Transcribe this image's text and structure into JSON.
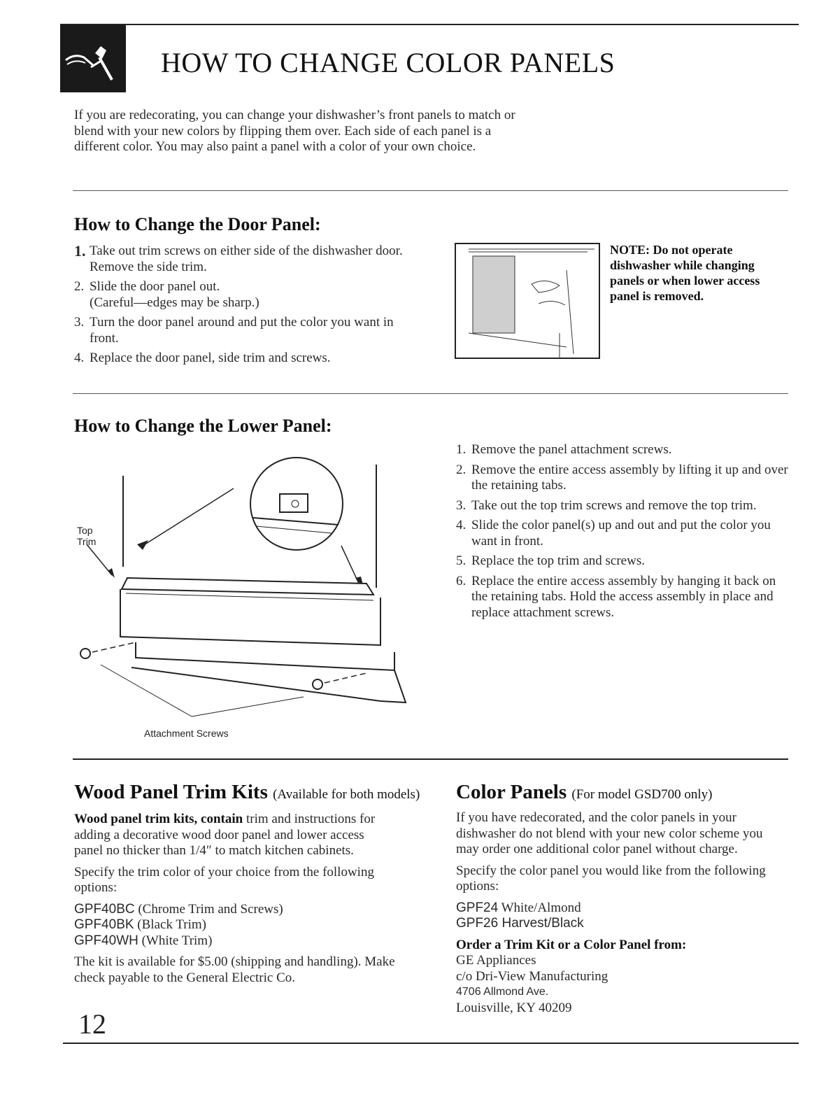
{
  "header": {
    "title": "HOW TO CHANGE COLOR PANELS"
  },
  "intro": "If you are redecorating, you can change your dishwasher’s front panels to match or blend with your new colors by flipping them over. Each side of each panel is a different color. You may also paint a panel with a color of your own choice.",
  "door_panel": {
    "heading": "How to Change the Door Panel:",
    "steps": [
      {
        "num": "1.",
        "text": "Take out trim screws on either side of the dishwasher door. Remove the side trim."
      },
      {
        "num": "2.",
        "text": "Slide the door panel out."
      },
      {
        "num": "",
        "text": "(Careful—edges may be sharp.)"
      },
      {
        "num": "3.",
        "text": "Turn the door panel around and put the color you want in front."
      },
      {
        "num": "4.",
        "text": "Replace the door panel, side trim and screws."
      }
    ],
    "note": "NOTE: Do not operate dishwasher while changing panels or when lower access panel is removed."
  },
  "lower_panel": {
    "heading": "How to Change the Lower Panel:",
    "label_top_trim_1": "Top",
    "label_top_trim_2": "Trim",
    "label_screws": "Attachment Screws",
    "steps": [
      {
        "num": "1.",
        "text": "Remove the panel attachment screws."
      },
      {
        "num": "2.",
        "text": "Remove the entire access assembly by lifting it up and over the retaining tabs."
      },
      {
        "num": "3.",
        "text": "Take out the top trim screws and remove the top trim."
      },
      {
        "num": "4.",
        "text": "Slide the color panel(s) up and out and put the color you want in front."
      },
      {
        "num": "5.",
        "text": "Replace the top trim and screws."
      },
      {
        "num": "6.",
        "text": "Replace the entire access assembly by hanging it back on the retaining tabs. Hold the access assembly in place and replace attachment screws."
      }
    ]
  },
  "wood_kits": {
    "heading": "Wood Panel Trim Kits",
    "heading_sub": "(Available for both models)",
    "intro_bold": "Wood panel trim kits, contain",
    "intro_rest": " trim and instructions for adding a decorative wood door panel and lower access panel no thicker than 1/4″ to match kitchen cabinets.",
    "specify": "Specify the trim color of your choice from the following options:",
    "options": [
      {
        "code": "GPF40BC",
        "desc": " (Chrome Trim and Screws)"
      },
      {
        "code": "GPF40BK",
        "desc": " (Black Trim)"
      },
      {
        "code": "GPF40WH",
        "desc": " (White Trim)"
      }
    ],
    "price": "The kit is available for $5.00 (shipping and handling). Make check payable to the General Electric Co."
  },
  "color_panels": {
    "heading": "Color Panels",
    "heading_sub": "(For model GSD700 only)",
    "intro": "If you have redecorated, and the color panels in your dishwasher do not blend with your new color scheme you may order one additional color panel without charge.",
    "specify": "Specify the color panel you would like from the following options:",
    "options": [
      {
        "code": "GPF24",
        "desc": " White/Almond"
      },
      {
        "code": "GPF26",
        "desc": " Harvest/Black"
      }
    ],
    "order_heading": "Order a Trim Kit or a Color Panel from:",
    "address1": "GE Appliances",
    "address2": "c/o Dri-View Manufacturing",
    "address3": "4706 Allmond Ave.",
    "address4": "Louisville, KY 40209"
  },
  "page_number": "12"
}
